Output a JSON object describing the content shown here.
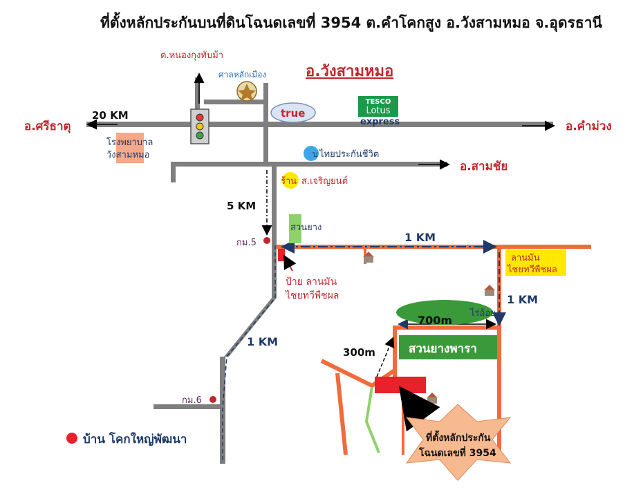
{
  "title": "ที่ตั้งหลักประกันบนที่ดินโฉนดเลขที่ 3954  ต.คำโคกสูง อ.วังสามหมอ จ.อุดรธานี",
  "district_title": "อ.วังสามหมอ",
  "places": {
    "north": "ต.หนองกุงทับม้า",
    "shrine": "ศาลหลักเมือง",
    "west": "อ.ศรีธาตุ",
    "east": "อ.คำม่วง",
    "southeast": "อ.สามชัย",
    "hospital": "โรงพยาบาล\nวังสามหมอ",
    "true_shop": "true",
    "tesco_top": "TESCO",
    "tesco_mid": "Lotus",
    "tesco_bottom": "express",
    "insurance": "ไทยประกันชีวิต",
    "insurance_mark": "บ",
    "shop_prefix": "ร้าน",
    "shop": "ส.เจริญยนต์",
    "rubber_garden": "สวนยาง",
    "km5": "กม.5",
    "km6": "กม.6",
    "sign": "ป้าย ลานมัน\nไชยทวีพืชผล",
    "yard": "ลานมัน\nไชยทวีพืชผล",
    "sugarcane": "ไร่อ้อย",
    "para_rubber": "สวนยางพารา",
    "village": "บ้าน โคกใหญ่พัฒนา",
    "collateral": "ที่ตั้งหลักประกัน\nโฉนดเลขที่ 3954"
  },
  "distances": {
    "west": "20 KM",
    "down": "5 KM",
    "east_road": "1 KM",
    "east_down": "1 KM",
    "south_road": "1 KM",
    "field_top": "700m",
    "field_diag": "300m"
  },
  "colors": {
    "road_gray": "#7f7f7f",
    "road_orange": "#f26b3a",
    "red_text": "#c0282e",
    "navy_text": "#1f3a68",
    "green": "#3a9a3a",
    "light_green": "#8fd16a",
    "yellow": "#ffe800",
    "red_marker": "#e8212b",
    "star_fill": "#f7b98f",
    "blue_dot": "#3ea6e8",
    "true_fill": "#d9e5f5"
  },
  "icons": [
    "traffic-light-icon",
    "temple-icon",
    "house-icon",
    "star-icon"
  ]
}
